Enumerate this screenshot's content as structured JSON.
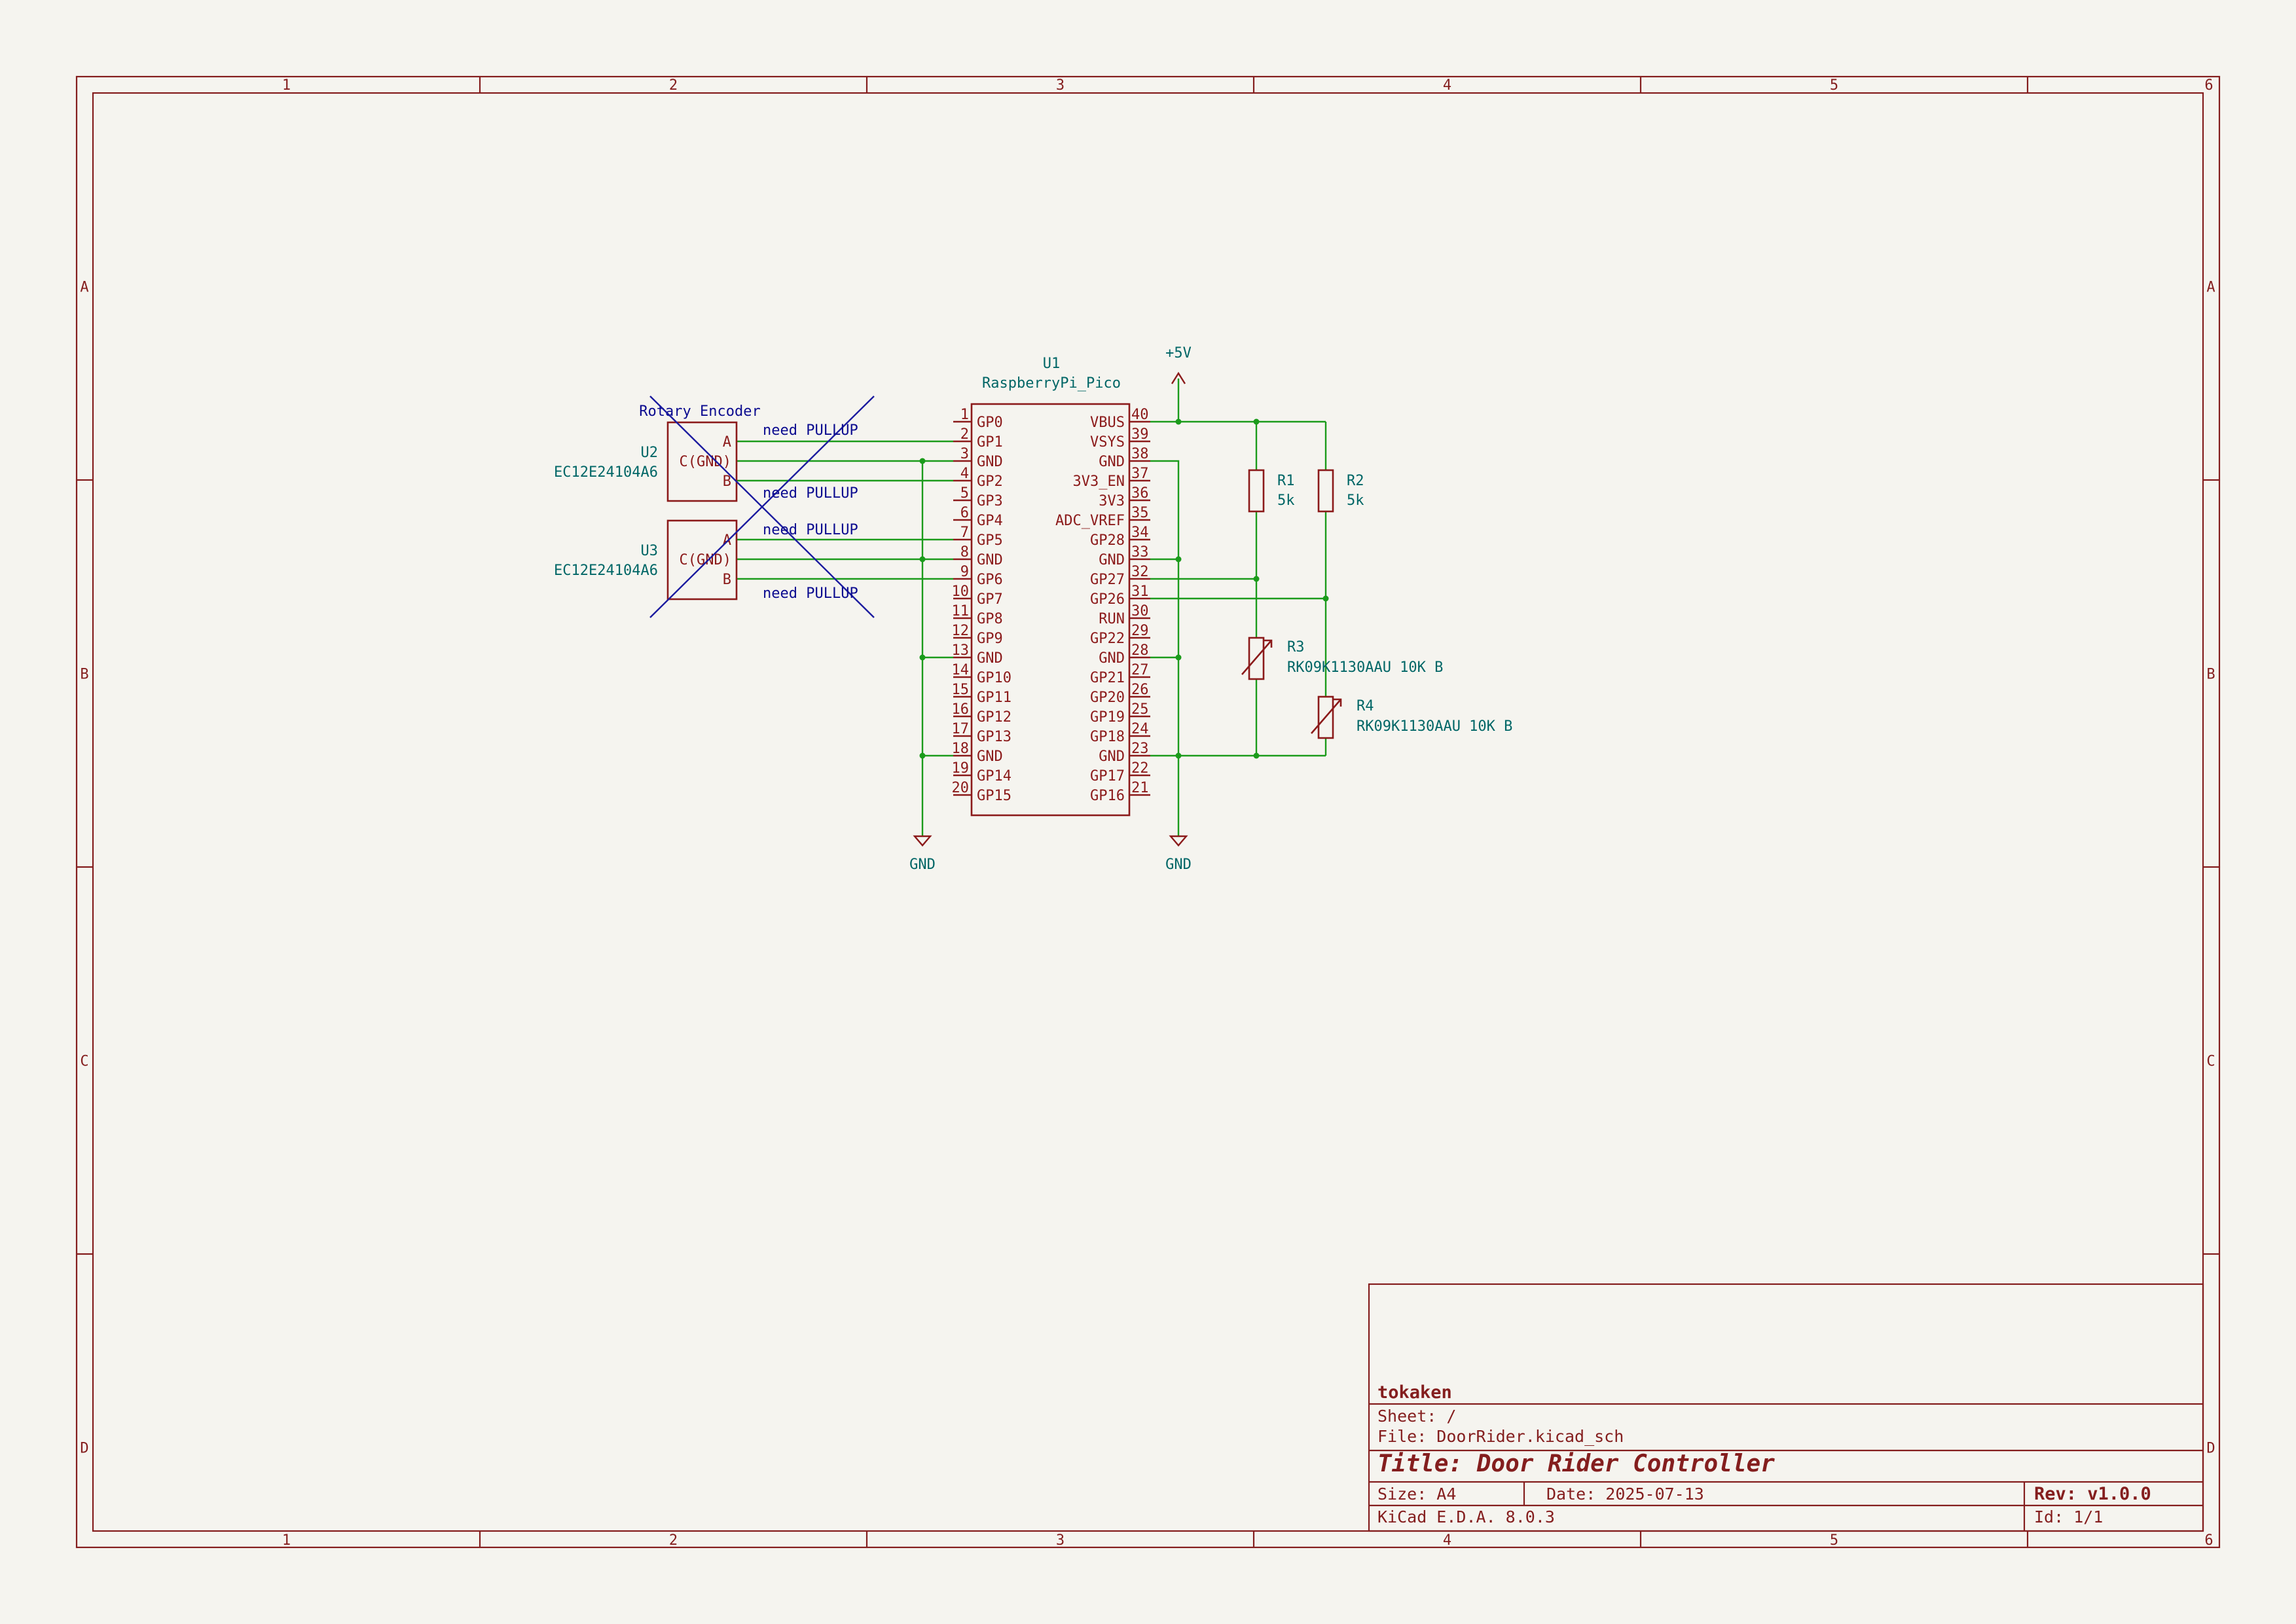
{
  "frame": {
    "col_labels": [
      "1",
      "2",
      "3",
      "4",
      "5",
      "6"
    ],
    "row_labels": [
      "A",
      "B",
      "C",
      "D"
    ]
  },
  "u1": {
    "ref": "U1",
    "value": "RaspberryPi_Pico",
    "left_pins": [
      {
        "num": "1",
        "name": "GP0"
      },
      {
        "num": "2",
        "name": "GP1"
      },
      {
        "num": "3",
        "name": "GND"
      },
      {
        "num": "4",
        "name": "GP2"
      },
      {
        "num": "5",
        "name": "GP3"
      },
      {
        "num": "6",
        "name": "GP4"
      },
      {
        "num": "7",
        "name": "GP5"
      },
      {
        "num": "8",
        "name": "GND"
      },
      {
        "num": "9",
        "name": "GP6"
      },
      {
        "num": "10",
        "name": "GP7"
      },
      {
        "num": "11",
        "name": "GP8"
      },
      {
        "num": "12",
        "name": "GP9"
      },
      {
        "num": "13",
        "name": "GND"
      },
      {
        "num": "14",
        "name": "GP10"
      },
      {
        "num": "15",
        "name": "GP11"
      },
      {
        "num": "16",
        "name": "GP12"
      },
      {
        "num": "17",
        "name": "GP13"
      },
      {
        "num": "18",
        "name": "GND"
      },
      {
        "num": "19",
        "name": "GP14"
      },
      {
        "num": "20",
        "name": "GP15"
      }
    ],
    "right_pins": [
      {
        "num": "40",
        "name": "VBUS"
      },
      {
        "num": "39",
        "name": "VSYS"
      },
      {
        "num": "38",
        "name": "GND"
      },
      {
        "num": "37",
        "name": "3V3_EN"
      },
      {
        "num": "36",
        "name": "3V3"
      },
      {
        "num": "35",
        "name": "ADC_VREF"
      },
      {
        "num": "34",
        "name": "GP28"
      },
      {
        "num": "33",
        "name": "GND"
      },
      {
        "num": "32",
        "name": "GP27"
      },
      {
        "num": "31",
        "name": "GP26"
      },
      {
        "num": "30",
        "name": "RUN"
      },
      {
        "num": "29",
        "name": "GP22"
      },
      {
        "num": "28",
        "name": "GND"
      },
      {
        "num": "27",
        "name": "GP21"
      },
      {
        "num": "26",
        "name": "GP20"
      },
      {
        "num": "25",
        "name": "GP19"
      },
      {
        "num": "24",
        "name": "GP18"
      },
      {
        "num": "23",
        "name": "GND"
      },
      {
        "num": "22",
        "name": "GP17"
      },
      {
        "num": "21",
        "name": "GP16"
      }
    ]
  },
  "encoders": {
    "group_label": "Rotary Encoder",
    "u2": {
      "ref": "U2",
      "value": "EC12E24104A6",
      "pin_a": "A",
      "pin_c": "C(GND)",
      "pin_b": "B"
    },
    "u3": {
      "ref": "U3",
      "value": "EC12E24104A6",
      "pin_a": "A",
      "pin_c": "C(GND)",
      "pin_b": "B"
    },
    "note": "need PULLUP"
  },
  "power": {
    "vcc": "+5V",
    "gnd_left": "GND",
    "gnd_right": "GND"
  },
  "resistors": {
    "r1": {
      "ref": "R1",
      "value": "5k"
    },
    "r2": {
      "ref": "R2",
      "value": "5k"
    },
    "r3": {
      "ref": "R3",
      "value": "RK09K1130AAU 10K B"
    },
    "r4": {
      "ref": "R4",
      "value": "RK09K1130AAU 10K B"
    }
  },
  "title_block": {
    "company": "tokaken",
    "sheet": "Sheet: /",
    "file": "File: DoorRider.kicad_sch",
    "title": "Title: Door Rider Controller",
    "size": "Size: A4",
    "date": "Date: 2025-07-13",
    "rev": "Rev: v1.0.0",
    "tool": "KiCad E.D.A. 8.0.3",
    "id": "Id: 1/1"
  }
}
